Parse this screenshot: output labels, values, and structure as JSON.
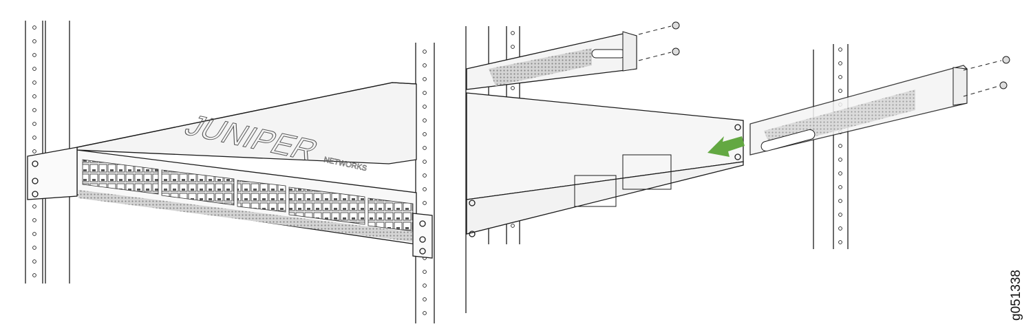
{
  "figure": {
    "figure_id": "g051338",
    "brand_logo_text": "JUNIPER",
    "brand_sub_text": "NETWORKS",
    "arrow_color": "#63a842",
    "line_color": "#1a1a1a",
    "panel_color": "#f2f2f2"
  }
}
